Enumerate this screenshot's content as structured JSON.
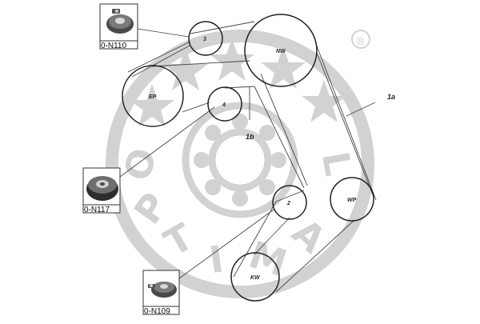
{
  "watermark": {
    "brand_letters": [
      "O",
      "P",
      "T",
      "I",
      "M",
      "A",
      "L"
    ],
    "registered_mark": "®",
    "color": "#d2d2d2"
  },
  "diagram": {
    "belt_color": "#444444",
    "pulley_stroke": "#222222",
    "pulleys": [
      {
        "id": "3",
        "label": "3"
      },
      {
        "id": "nw",
        "label": "NW"
      },
      {
        "id": "ep",
        "label": "EP"
      },
      {
        "id": "4",
        "label": "4"
      },
      {
        "id": "2",
        "label": "2"
      },
      {
        "id": "wp",
        "label": "WP"
      },
      {
        "id": "kw",
        "label": "KW"
      }
    ],
    "callouts": [
      {
        "id": "1a",
        "label": "1a"
      },
      {
        "id": "1b",
        "label": "1b"
      }
    ],
    "parts": [
      {
        "id": "n110",
        "code": "0-N110",
        "icon": "tensioner-roller-icon"
      },
      {
        "id": "n117",
        "code": "0-N117",
        "icon": "idler-pulley-icon"
      },
      {
        "id": "n109",
        "code": "0-N109",
        "icon": "tensioner-roller-icon"
      }
    ]
  }
}
